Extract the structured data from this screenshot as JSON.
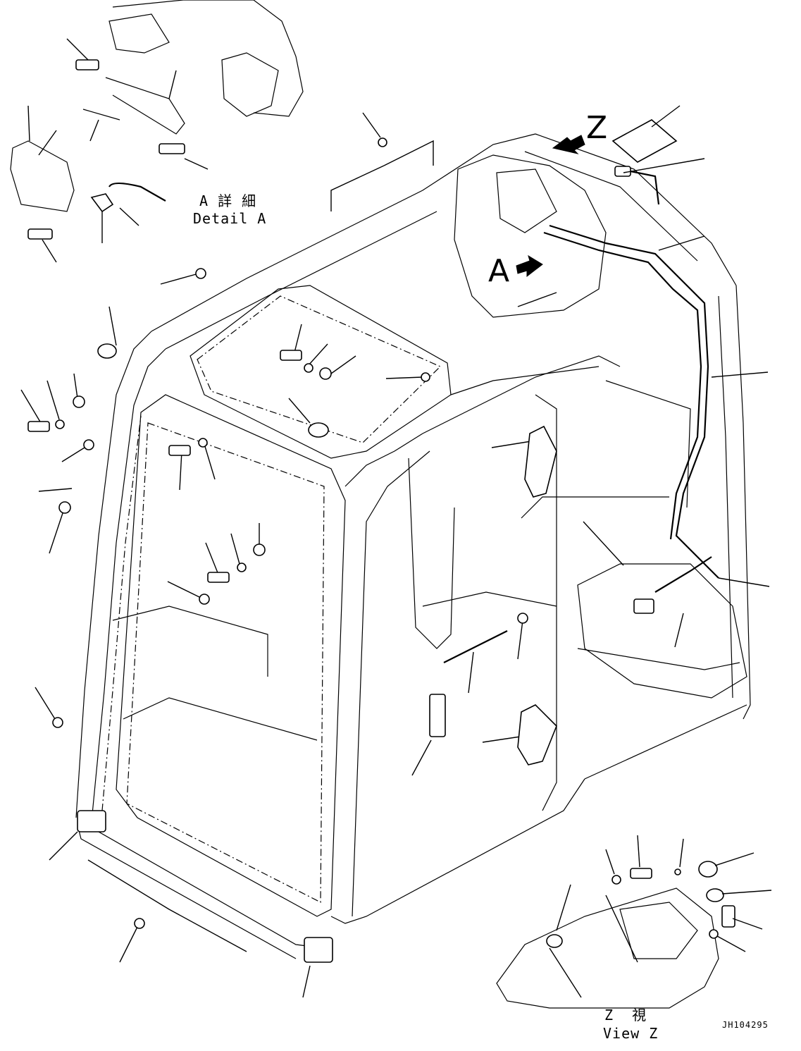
{
  "labels": {
    "view_z_letter": "Z",
    "detail_a_letter": "A",
    "detail_a_jp": "A 詳 細",
    "detail_a_en": "Detail A",
    "view_z_jp": "Z  視",
    "view_z_en": "View Z",
    "drawing_code": "JH104295"
  },
  "colors": {
    "line": "#000000",
    "background": "#ffffff"
  },
  "icons": {
    "view_arrow": "filled-arrow"
  }
}
